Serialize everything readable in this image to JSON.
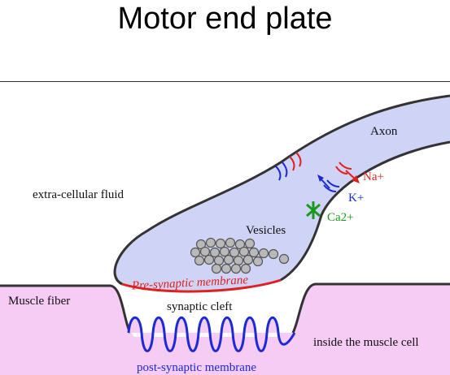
{
  "title": "Motor end plate",
  "labels": {
    "axon": "Axon",
    "extracellular": "extra-cellular fluid",
    "vesicles": "Vesicles",
    "presynaptic": "Pre-synaptic membrane",
    "muscle_fiber": "Muscle fiber",
    "synaptic_cleft": "synaptic cleft",
    "inside_muscle": "inside the muscle cell",
    "postsynaptic": "post-synaptic membrane",
    "na": "Na+",
    "k": "K+",
    "ca": "Ca2+"
  },
  "colors": {
    "axon_fill": "#cfd3f5",
    "muscle_fill": "#f6ccf4",
    "membrane": "#333333",
    "na": "#e02020",
    "k": "#1a2bd6",
    "ca": "#1a9a1a",
    "presynaptic": "#e02020",
    "postsynaptic": "#1a2bd6"
  }
}
